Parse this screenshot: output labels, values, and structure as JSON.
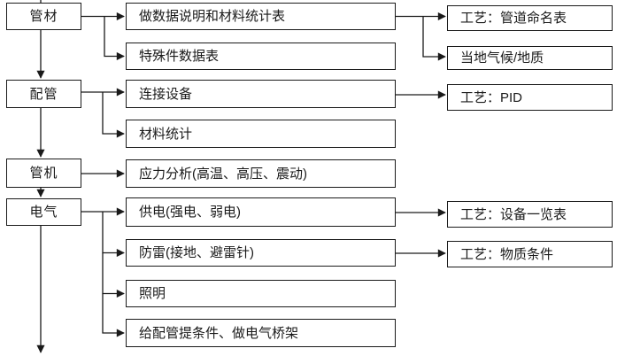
{
  "flowchart": {
    "colors": {
      "line": "#1a1a1a",
      "background": "#ffffff",
      "text": "#1a1a1a"
    },
    "stages": [
      {
        "id": "stage-pipe-material",
        "label": "管材"
      },
      {
        "id": "stage-piping",
        "label": "配管"
      },
      {
        "id": "stage-pipe-mechanical",
        "label": "管机"
      },
      {
        "id": "stage-electrical",
        "label": "电气"
      }
    ],
    "tasks": [
      {
        "id": "task-0",
        "label": "做数据说明和材料统计表"
      },
      {
        "id": "task-1",
        "label": "特殊件数据表"
      },
      {
        "id": "task-2",
        "label": "连接设备"
      },
      {
        "id": "task-3",
        "label": "材料统计"
      },
      {
        "id": "task-4",
        "label": "应力分析(高温、高压、震动)"
      },
      {
        "id": "task-5",
        "label": "供电(强电、弱电)"
      },
      {
        "id": "task-6",
        "label": "防雷(接地、避雷针)"
      },
      {
        "id": "task-7",
        "label": "照明"
      },
      {
        "id": "task-8",
        "label": "给配管提条件、做电气桥架"
      }
    ],
    "outputs": [
      {
        "id": "out-0",
        "label": "工艺：管道命名表"
      },
      {
        "id": "out-1",
        "label": "当地气候/地质"
      },
      {
        "id": "out-2",
        "label": "工艺：PID"
      },
      {
        "id": "out-3",
        "label": "工艺：设备一览表"
      },
      {
        "id": "out-4",
        "label": "工艺：物质条件"
      }
    ],
    "edges": [
      {
        "from": "stage-pipe-material",
        "to": "stage-piping"
      },
      {
        "from": "stage-piping",
        "to": "stage-pipe-mechanical"
      },
      {
        "from": "stage-pipe-mechanical",
        "to": "stage-electrical"
      },
      {
        "from": "stage-electrical",
        "to": "off-canvas-bottom"
      },
      {
        "from": "stage-pipe-material",
        "to": "task-0"
      },
      {
        "from": "stage-pipe-material",
        "to": "task-1"
      },
      {
        "from": "stage-piping",
        "to": "task-2"
      },
      {
        "from": "stage-piping",
        "to": "task-3"
      },
      {
        "from": "stage-pipe-mechanical",
        "to": "task-4"
      },
      {
        "from": "stage-electrical",
        "to": "task-5"
      },
      {
        "from": "stage-electrical",
        "to": "task-6"
      },
      {
        "from": "stage-electrical",
        "to": "task-7"
      },
      {
        "from": "stage-electrical",
        "to": "task-8"
      },
      {
        "from": "task-0",
        "to": "out-0"
      },
      {
        "from": "task-0",
        "to": "out-1"
      },
      {
        "from": "task-2",
        "to": "out-2"
      },
      {
        "from": "task-5",
        "to": "out-3"
      },
      {
        "from": "task-6",
        "to": "out-4"
      }
    ]
  }
}
